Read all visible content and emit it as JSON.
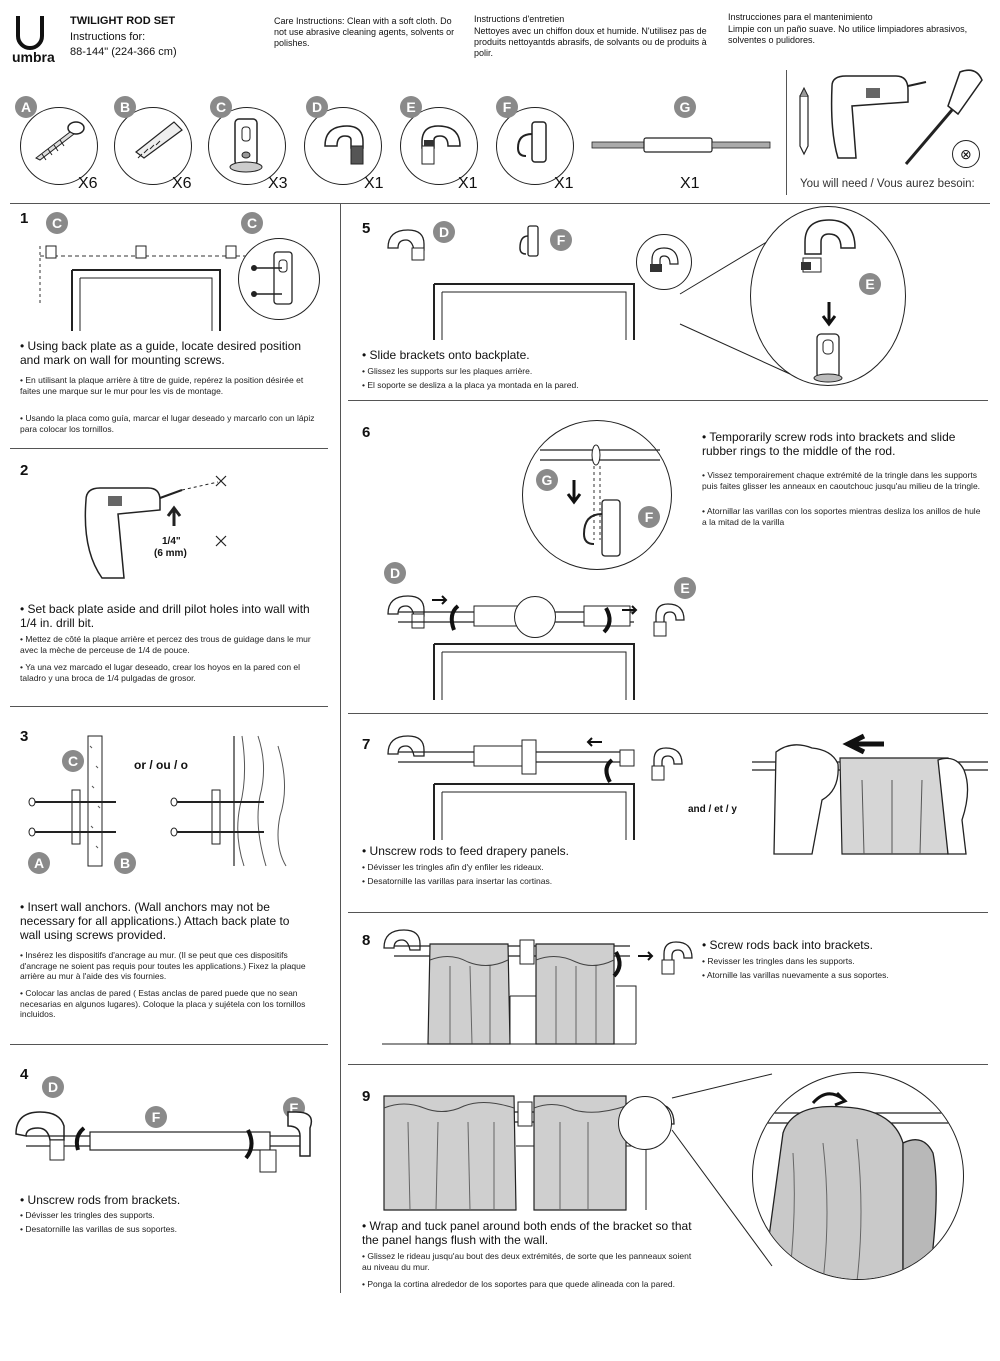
{
  "header": {
    "logo_text": "umbra",
    "product_title": "TWILIGHT ROD SET",
    "instructions_for": "Instructions for:",
    "size_range": "88-144\" (224-366 cm)",
    "care_en": "Care Instructions: Clean with a soft cloth. Do not use abrasive cleaning agents, solvents or polishes.",
    "care_fr_title": "Instructions d'entretien",
    "care_fr": "Nettoyes avec un chiffon doux et humide. N'utilisez pas de produits nettoyantds abrasifs, de solvants ou de produits à polir.",
    "care_es_title": "Instrucciones para el mantenimiento",
    "care_es": "Limpie con un paño suave. No utilice limpiadores abrasivos, solventes o pulidores."
  },
  "parts": [
    {
      "letter": "A",
      "qty": "X6",
      "icon": "screw-icon"
    },
    {
      "letter": "B",
      "qty": "X6",
      "icon": "wall-anchor-icon"
    },
    {
      "letter": "C",
      "qty": "X3",
      "icon": "back-plate-icon"
    },
    {
      "letter": "D",
      "qty": "X1",
      "icon": "left-bracket-icon"
    },
    {
      "letter": "E",
      "qty": "X1",
      "icon": "right-bracket-icon"
    },
    {
      "letter": "F",
      "qty": "X1",
      "icon": "center-bracket-icon"
    },
    {
      "letter": "G",
      "qty": "X1",
      "icon": "rod-icon"
    }
  ],
  "tools_label": "You will need / Vous aurez besoin:",
  "steps": {
    "s1": {
      "num": "1",
      "en": "Using back plate as a guide, locate desired position and mark on wall for mounting screws.",
      "fr": "En utilisant la plaque arrière à titre de guide, repérez la position désirée et faites une marque sur le mur pour les vis de montage.",
      "es": "Usando la placa como guía, marcar el lugar deseado y marcarlo con un lápiz para colocar los tornillos."
    },
    "s2": {
      "num": "2",
      "drill_label": "1/4\"",
      "drill_label2": "(6 mm)",
      "en": "Set back plate aside and drill pilot holes into wall with 1/4 in. drill bit.",
      "fr": "Mettez de côté la plaque arrière et percez des trous de guidage dans le mur avec la mèche de perceuse de 1/4 de pouce.",
      "es": "Ya una vez marcado el lugar deseado, crear los hoyos en la pared con el taladro y una broca de 1/4 pulgadas de grosor."
    },
    "s3": {
      "num": "3",
      "or_label": "or / ou / o",
      "en": "Insert wall anchors. (Wall anchors may not be necessary for all applications.) Attach back plate to wall using screws provided.",
      "fr": "Insérez les dispositifs d'ancrage au mur. (Il se peut que ces dispositifs d'ancrage ne soient pas requis pour toutes les applications.) Fixez la plaque arrière au mur à l'aide des vis fournies.",
      "es": "Colocar las anclas de pared ( Estas anclas de pared puede que no sean necesarias en algunos lugares). Coloque la placa y sujétela con los tornillos incluidos."
    },
    "s4": {
      "num": "4",
      "en": "Unscrew rods from brackets.",
      "fr": "Dévisser les tringles des supports.",
      "es": "Desatornille las varillas de sus soportes."
    },
    "s5": {
      "num": "5",
      "en": "Slide brackets onto backplate.",
      "fr": "Glissez les supports sur les plaques arrière.",
      "es": "El soporte se desliza a la placa ya montada en la pared."
    },
    "s6": {
      "num": "6",
      "en": "Temporarily screw rods into brackets and slide rubber rings to the middle of the rod.",
      "fr": "Vissez temporairement chaque extrémité de la tringle dans les supports puis faites glisser les anneaux en caoutchouc jusqu'au milieu de la tringle.",
      "es": "Atornillar las varillas con los soportes mientras desliza los anillos de hule a la mitad de la varilla"
    },
    "s7": {
      "num": "7",
      "and_label": "and / et / y",
      "en": "Unscrew rods to feed drapery panels.",
      "fr": "Dévisser les tringles afin d'y enfiler les rideaux.",
      "es": "Desatornille las varillas para insertar las cortinas."
    },
    "s8": {
      "num": "8",
      "en": "Screw rods back into brackets.",
      "fr": "Revisser les tringles dans les supports.",
      "es": "Atornille las varillas nuevamente a sus soportes."
    },
    "s9": {
      "num": "9",
      "en": "Wrap and tuck panel around both ends of the bracket so that the panel hangs flush with the wall.",
      "fr": "Glissez le rideau jusqu'au bout des deux extrémités, de sorte que les panneaux soient au niveau du mur.",
      "es": "Ponga la cortina alrededor de los soportes para que quede alineada con la pared."
    }
  },
  "labels": {
    "A": "A",
    "B": "B",
    "C": "C",
    "D": "D",
    "E": "E",
    "F": "F",
    "G": "G"
  },
  "colors": {
    "badge": "#8a8a8a",
    "line": "#555555",
    "curtain": "#cfcfcf"
  }
}
